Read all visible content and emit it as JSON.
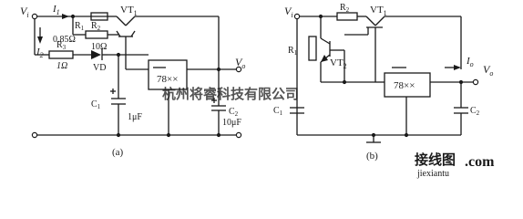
{
  "circuit_a": {
    "v_in": "V",
    "v_in_sub": "i",
    "i_1": "I",
    "i_1_sub": "1",
    "i_2": "I",
    "i_2_sub": "2",
    "r1": "R",
    "r1_sub": "1",
    "r1_value": "0.85Ω",
    "r2": "R",
    "r2_sub": "2",
    "r2_value": "10Ω",
    "r3": "R",
    "r3_sub": "3",
    "r3_value": "1Ω",
    "vt1": "VT",
    "vt1_sub": "1",
    "vd": "VD",
    "regulator": "78××",
    "v_out": "V",
    "v_out_sub": "o",
    "c1": "C",
    "c1_sub": "1",
    "c1_value": "1μF",
    "c2": "C",
    "c2_sub": "2",
    "c2_value": "10μF",
    "caption": "(a)"
  },
  "circuit_b": {
    "v_in": "V",
    "v_in_sub": "i",
    "r1": "R",
    "r1_sub": "1",
    "r2": "R",
    "r2_sub": "2",
    "vt1": "VT",
    "vt1_sub": "1",
    "vt2": "VT",
    "vt2_sub": "2",
    "regulator": "78××",
    "i_o": "I",
    "i_o_sub": "o",
    "v_out": "V",
    "v_out_sub": "o",
    "c1": "C",
    "c1_sub": "1",
    "c2": "C",
    "c2_sub": "2",
    "caption": "(b)"
  },
  "watermark": {
    "cn_text": "杭州将睿科技有限公司",
    "logo_text": "接线图",
    "logo_domain": ".com",
    "url": "jiexiantu"
  },
  "colors": {
    "ink": "#1a1a1a",
    "watermark": "#6f86aa",
    "logo": "#c8102e"
  }
}
